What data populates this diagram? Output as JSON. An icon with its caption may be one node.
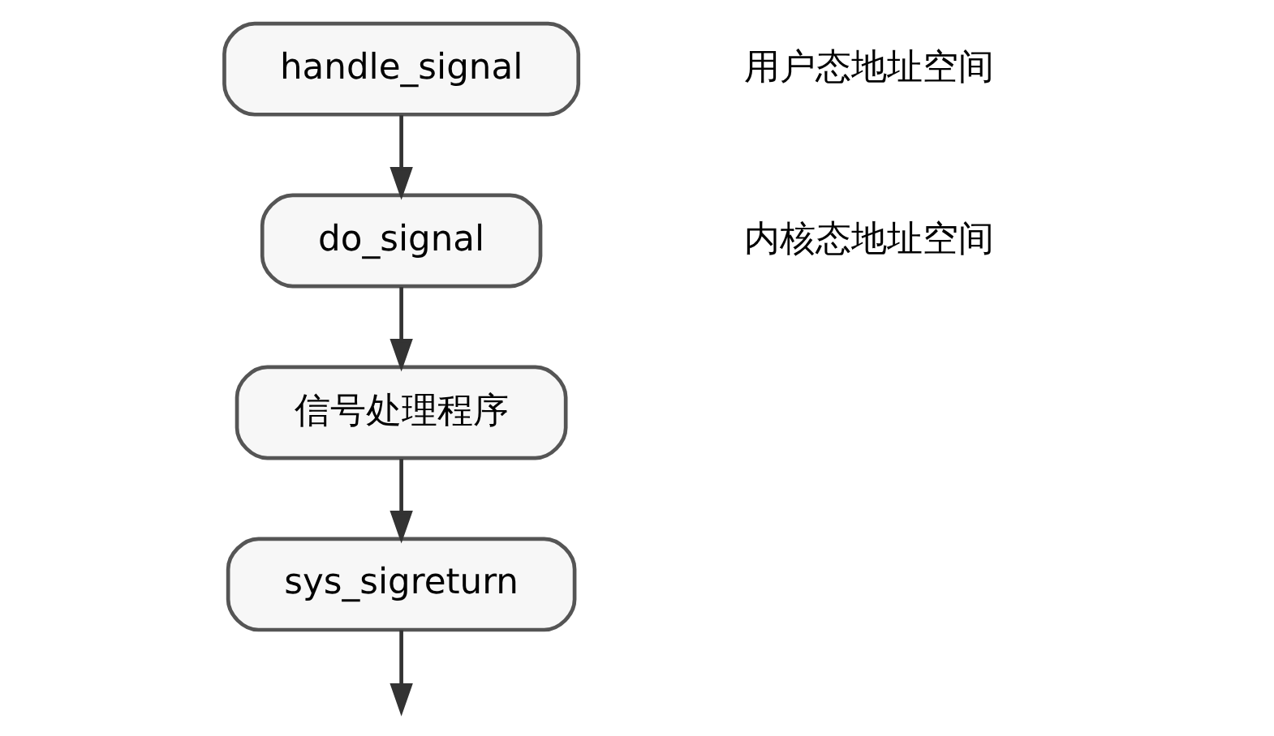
{
  "diagram": {
    "nodes": [
      {
        "text": [
          "信号处理程序"
        ]
      },
      {
        "text": [
          "sys_sigreturn"
        ]
      },
      {
        "text": [
          "handle_signal"
        ]
      },
      {
        "text": [
          "do_signal"
        ]
      }
    ],
    "edges": [
      {
        "from": 0,
        "to": 1,
        "arrow": "to"
      },
      {
        "from": 1,
        "to": null,
        "arrow": "to"
      },
      {
        "from": 2,
        "to": 3,
        "arrow": "to"
      },
      {
        "from": 3,
        "to": 0,
        "arrow": "to"
      }
    ],
    "labels": [
      "用户态地址空间",
      "内核态地址空间"
    ]
  }
}
